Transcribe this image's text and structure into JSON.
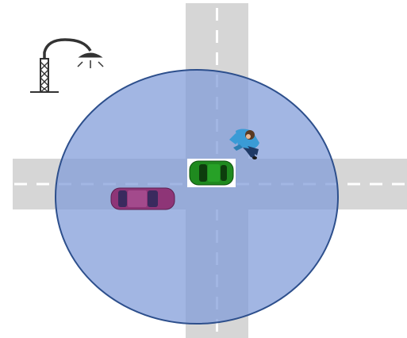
{
  "scene": {
    "elements": [
      {
        "kind": "street-lamp",
        "icon": "street-lamp-icon"
      },
      {
        "kind": "road",
        "orientation": "vertical"
      },
      {
        "kind": "road",
        "orientation": "horizontal"
      },
      {
        "kind": "coverage-area",
        "shape": "circle"
      },
      {
        "kind": "car",
        "role": "ego-vehicle",
        "color": "green",
        "highlighted": true
      },
      {
        "kind": "car",
        "color": "magenta"
      },
      {
        "kind": "pedestrian"
      }
    ]
  },
  "colors": {
    "road": "#d6d6d6",
    "lane_marking": "#ffffff",
    "coverage_fill": "#7e9ad8",
    "coverage_stroke": "#2d4f8c",
    "ego_car": "#1f8a1f",
    "other_car": "#8e3577",
    "pedestrian_shirt": "#3a9bd6",
    "pedestrian_pants": "#1f3a66",
    "lamp": "#333333"
  }
}
